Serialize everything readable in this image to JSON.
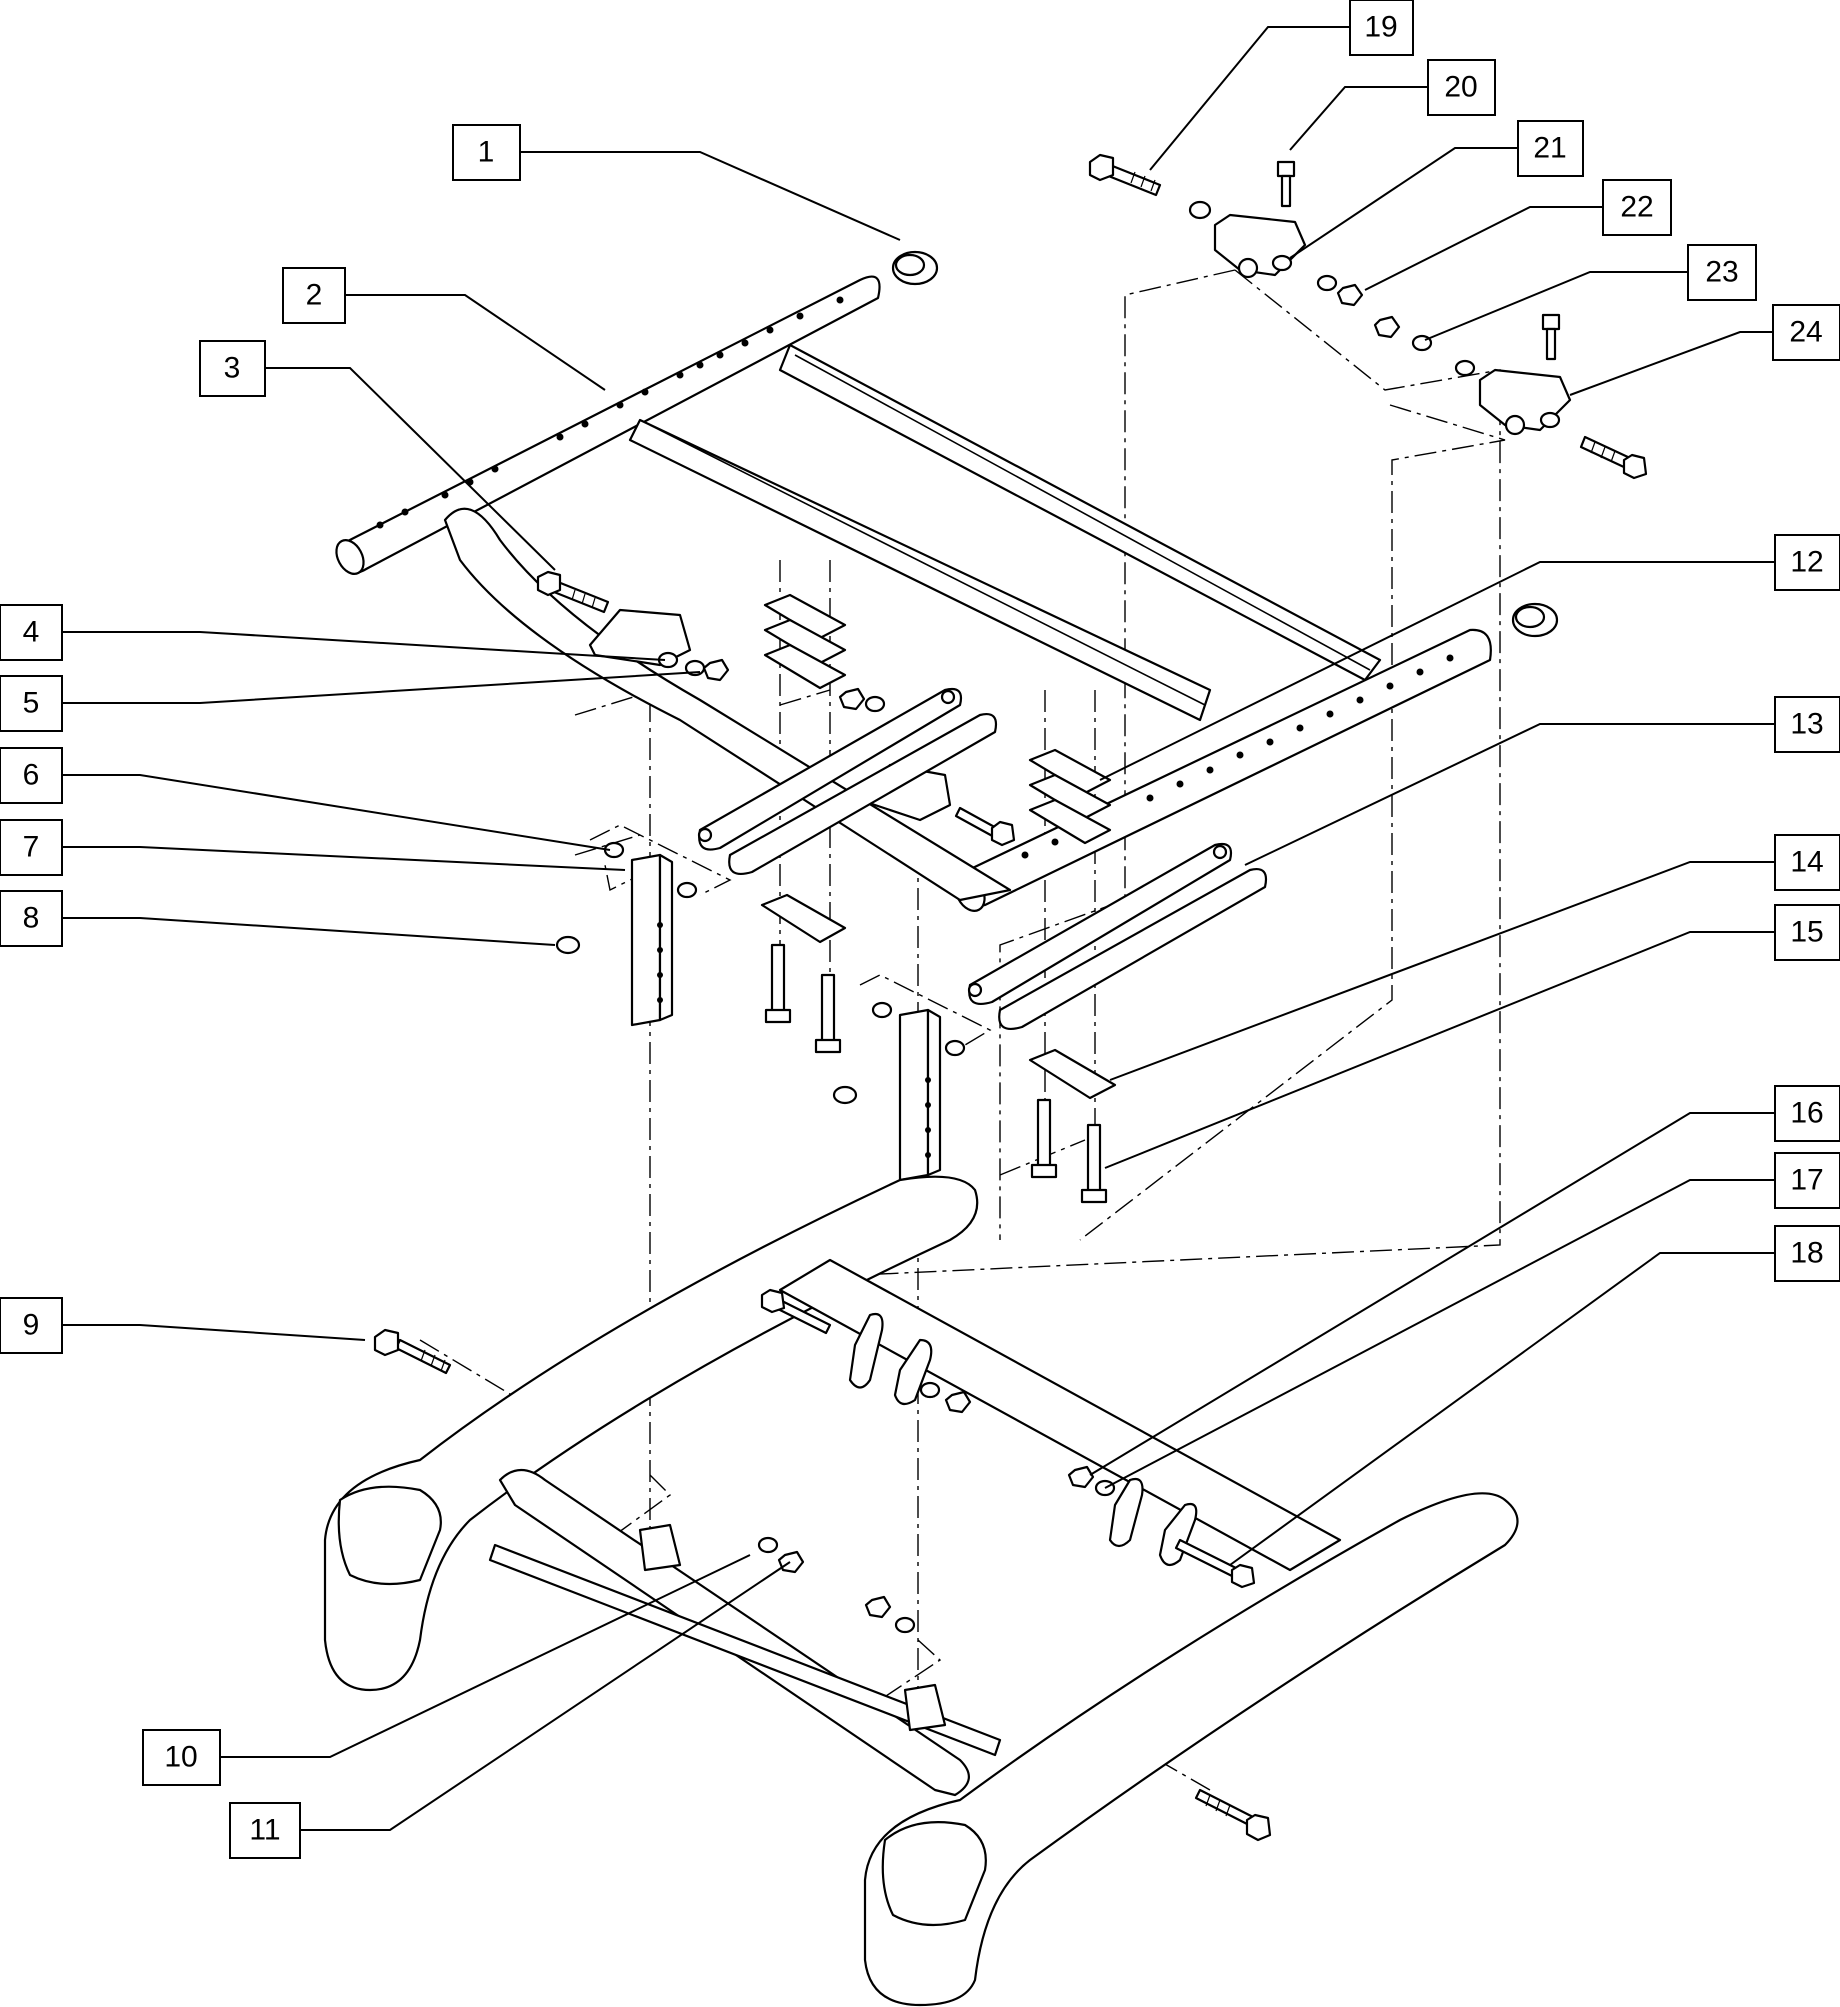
{
  "diagram": {
    "callouts": [
      {
        "label": "1"
      },
      {
        "label": "2"
      },
      {
        "label": "3"
      },
      {
        "label": "4"
      },
      {
        "label": "5"
      },
      {
        "label": "6"
      },
      {
        "label": "7"
      },
      {
        "label": "8"
      },
      {
        "label": "9"
      },
      {
        "label": "10"
      },
      {
        "label": "11"
      },
      {
        "label": "12"
      },
      {
        "label": "13"
      },
      {
        "label": "14"
      },
      {
        "label": "15"
      },
      {
        "label": "16"
      },
      {
        "label": "17"
      },
      {
        "label": "18"
      },
      {
        "label": "19"
      },
      {
        "label": "20"
      },
      {
        "label": "21"
      },
      {
        "label": "22"
      },
      {
        "label": "23"
      },
      {
        "label": "24"
      }
    ]
  }
}
